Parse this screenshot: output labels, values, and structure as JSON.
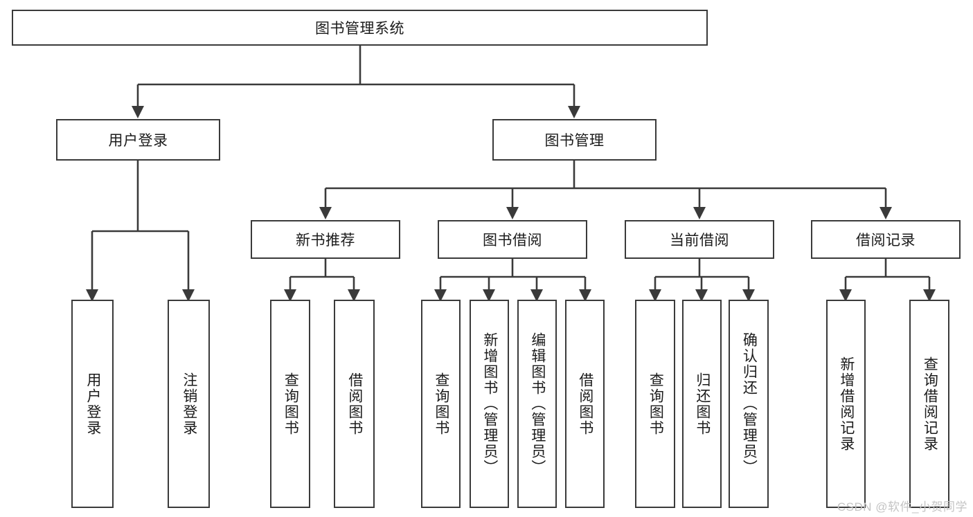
{
  "diagram": {
    "title": "图书管理系统",
    "root": {
      "label": "图书管理系统"
    },
    "level1": [
      {
        "label": "用户登录"
      },
      {
        "label": "图书管理"
      }
    ],
    "level2": [
      {
        "label": "新书推荐"
      },
      {
        "label": "图书借阅"
      },
      {
        "label": "当前借阅"
      },
      {
        "label": "借阅记录"
      }
    ],
    "leaves": [
      {
        "label": "用户登录",
        "parent": "用户登录"
      },
      {
        "label": "注销登录",
        "parent": "用户登录"
      },
      {
        "label": "查询图书",
        "parent": "新书推荐"
      },
      {
        "label": "借阅图书",
        "parent": "新书推荐"
      },
      {
        "label": "查询图书",
        "parent": "图书借阅"
      },
      {
        "label": "新增图书（管理员）",
        "parent": "图书借阅"
      },
      {
        "label": "编辑图书（管理员）",
        "parent": "图书借阅"
      },
      {
        "label": "借阅图书",
        "parent": "图书借阅"
      },
      {
        "label": "查询图书",
        "parent": "当前借阅"
      },
      {
        "label": "归还图书",
        "parent": "当前借阅"
      },
      {
        "label": "确认归还（管理员）",
        "parent": "当前借阅"
      },
      {
        "label": "新增借阅记录",
        "parent": "借阅记录"
      },
      {
        "label": "查询借阅记录",
        "parent": "借阅记录"
      }
    ],
    "watermark": "CSDN @软件_小贺同学",
    "colors": {
      "stroke": "#3a3a3a",
      "background": "#ffffff",
      "text": "#1b1b1b",
      "watermark": "#c4c4c4"
    }
  }
}
